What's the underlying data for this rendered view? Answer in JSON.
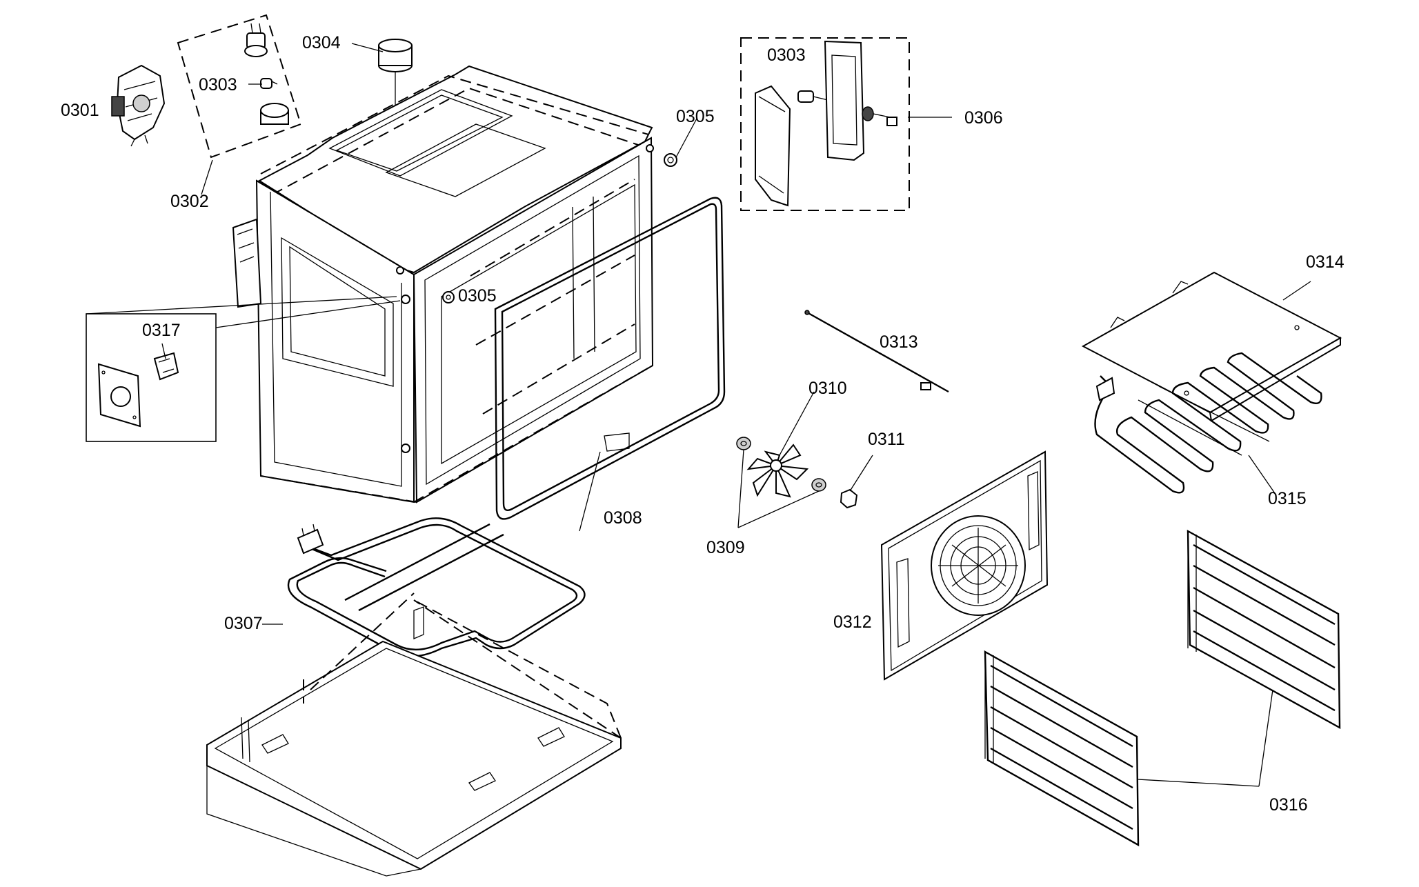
{
  "labels": {
    "p0301": "0301",
    "p0302": "0302",
    "p0303a": "0303",
    "p0303b": "0303",
    "p0304": "0304",
    "p0305a": "0305",
    "p0305b": "0305",
    "p0306": "0306",
    "p0307": "0307",
    "p0308": "0308",
    "p0309": "0309",
    "p0310": "0310",
    "p0311": "0311",
    "p0312": "0312",
    "p0313": "0313",
    "p0314": "0314",
    "p0315": "0315",
    "p0316": "0316",
    "p0317": "0317"
  }
}
